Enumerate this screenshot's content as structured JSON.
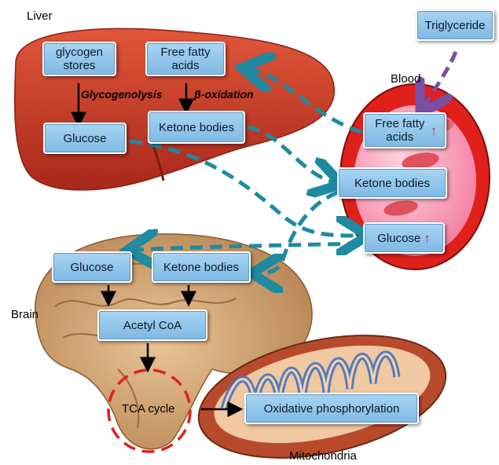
{
  "organs": {
    "liver": "Liver",
    "blood": "Blood",
    "brain": "Brain",
    "mitochondria": "Mitochondria"
  },
  "liver_boxes": {
    "glycogen_stores": "glycogen stores",
    "free_fatty_acids": "Free fatty acids",
    "glucose": "Glucose",
    "ketone_bodies": "Ketone bodies"
  },
  "processes": {
    "glycogenolysis": "Glycogenolysis",
    "beta_oxidation": "β-oxidation"
  },
  "blood_boxes": {
    "triglyceride": "Triglyceride",
    "free_fatty_acids": "Free fatty acids",
    "ketone_bodies": "Ketone bodies",
    "glucose": "Glucose",
    "increase_symbol": "↑"
  },
  "brain_boxes": {
    "glucose": "Glucose",
    "ketone_bodies": "Ketone bodies",
    "acetyl_coa": "Acetyl CoA",
    "tca_cycle": "TCA cycle",
    "oxidative_phosphorylation": "Oxidative phosphorylation"
  },
  "colors": {
    "liver": "#c9381c",
    "blood_cell": "#e0201b",
    "dashed_arrow": "#1f8aa0",
    "triglyceride_arrow": "#7a4ea0",
    "tca_circle": "#e0201b",
    "box_fill": "#92c6ec"
  }
}
